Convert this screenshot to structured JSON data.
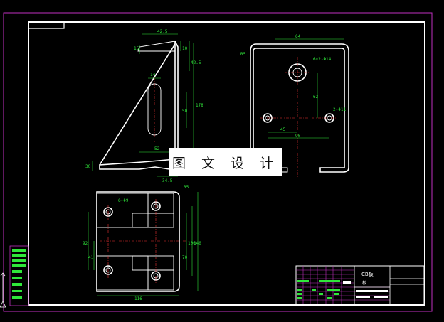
{
  "watermark": "图 文 设 计",
  "title_block": {
    "name": "CB板",
    "sub": "板"
  },
  "dims": {
    "d_42_5": "42.5",
    "d_15": "15",
    "d_10": "10",
    "d_42_5b": "42.5",
    "d_14": "14",
    "d_50": "50",
    "d_178": "178",
    "d_52": "52",
    "d_30": "30",
    "d_34_5": "34.5",
    "d_64": "64",
    "d_r5": "R5",
    "d_hole1": "6×2-Φ14",
    "d_62": "62",
    "d_hole2": "2-Φ11",
    "d_45": "45",
    "d_90": "90",
    "d_r5b": "R5",
    "d_hole3": "6-Φ9",
    "d_92": "92",
    "d_41": "41",
    "d_70": "70",
    "d_100": "100",
    "d_140": "140",
    "d_116": "116"
  },
  "colors": {
    "sheet_border": "#c030c0",
    "outline": "#ffffff",
    "dimension": "#2fe63a",
    "center_line": "#e33333"
  }
}
